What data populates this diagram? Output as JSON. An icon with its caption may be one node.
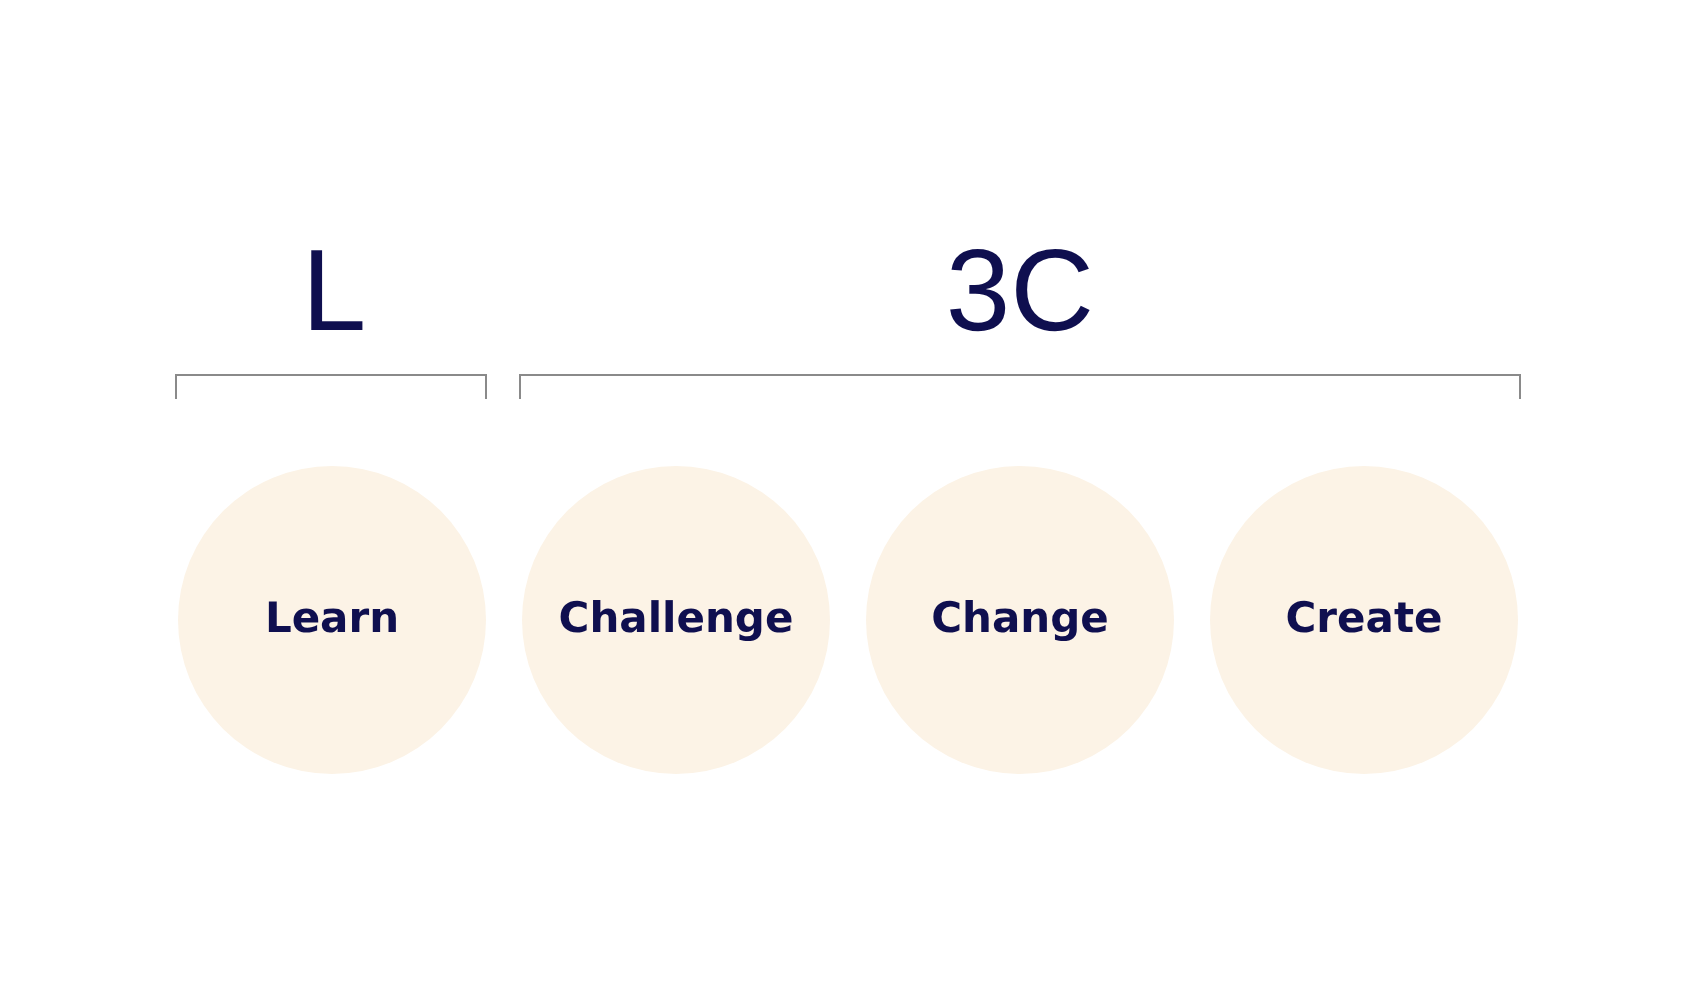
{
  "diagram": {
    "nodes": [
      {
        "text": [
          "Learn"
        ]
      },
      {
        "text": [
          "Challenge"
        ]
      },
      {
        "text": [
          "Change"
        ]
      },
      {
        "text": [
          "Create"
        ]
      }
    ],
    "labels": [
      "L",
      "3C"
    ]
  }
}
